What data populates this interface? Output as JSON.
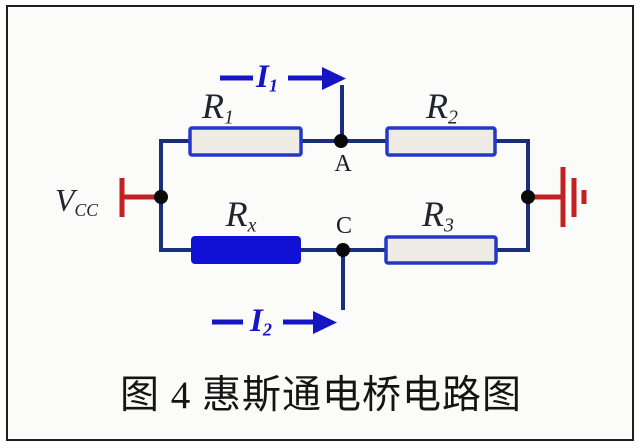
{
  "figure": {
    "caption": "图 4 惠斯通电桥电路图",
    "description_type": "wheatstone-bridge-circuit-diagram"
  },
  "labels": {
    "r1": {
      "base": "R",
      "sub": "1"
    },
    "r2": {
      "base": "R",
      "sub": "2"
    },
    "r3": {
      "base": "R",
      "sub": "3"
    },
    "rx": {
      "base": "R",
      "sub": "x"
    },
    "vcc": {
      "base": "V",
      "sub": "CC"
    },
    "node_a": "A",
    "node_c": "C",
    "i1": {
      "base": "I",
      "sub": "1"
    },
    "i2": {
      "base": "I",
      "sub": "2"
    }
  },
  "colors": {
    "wire": "#1b2d7d",
    "resistor_border": "#2438c8",
    "resistor_fill": "#eeece4",
    "rx_fill": "#1111d6",
    "current_arrow": "#1515c4",
    "source_red": "#c32121",
    "text_dark": "#24242e",
    "frame_border": "#1f1f1f",
    "background": "#fbfbfa"
  }
}
